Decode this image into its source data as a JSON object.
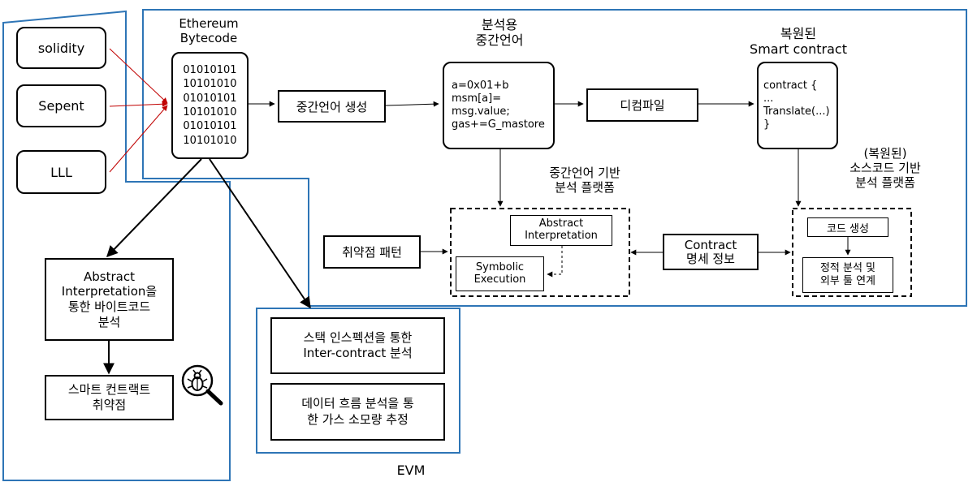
{
  "languages": [
    "solidity",
    "Sepent",
    "LLL"
  ],
  "bytecode": {
    "title": "Ethereum\nBytecode",
    "lines": "01010101\n10101010\n01010101\n10101010\n01010101\n10101010"
  },
  "ir_gen": "중간언어 생성",
  "ir": {
    "title": "분석용\n중간언어",
    "code": "a=0x01+b\nmsm[a]=\n   msg.value;\ngas+=G_mastore"
  },
  "decompile": "디컴파일",
  "restored": {
    "title": "복원된\nSmart contract",
    "code": "contract {\n  ...\n  Translate(...)\n}"
  },
  "ir_platform": {
    "title": "중간언어 기반\n분석 플랫폼",
    "abstract": "Abstract\nInterpretation",
    "symbolic": "Symbolic\nExecution"
  },
  "src_platform": {
    "title": "(복원된)\n소스코드 기반\n분석 플랫폼",
    "codegen": "코드 생성",
    "static": "정적 분석 및\n외부 툴 연계"
  },
  "vuln_pattern": "취약점 패턴",
  "contract_spec": "Contract\n명세 정보",
  "ai_analysis": "Abstract\nInterpretation을\n통한 바이트코드\n분석",
  "smart_vuln": "스마트 컨트랙트\n취약점",
  "evm": {
    "stack": "스택 인스펙션을 통한\nInter-contract 분석",
    "gas": "데이터 흐름 분석을 통\n한 가스 소모량 추정",
    "label": "EVM"
  }
}
